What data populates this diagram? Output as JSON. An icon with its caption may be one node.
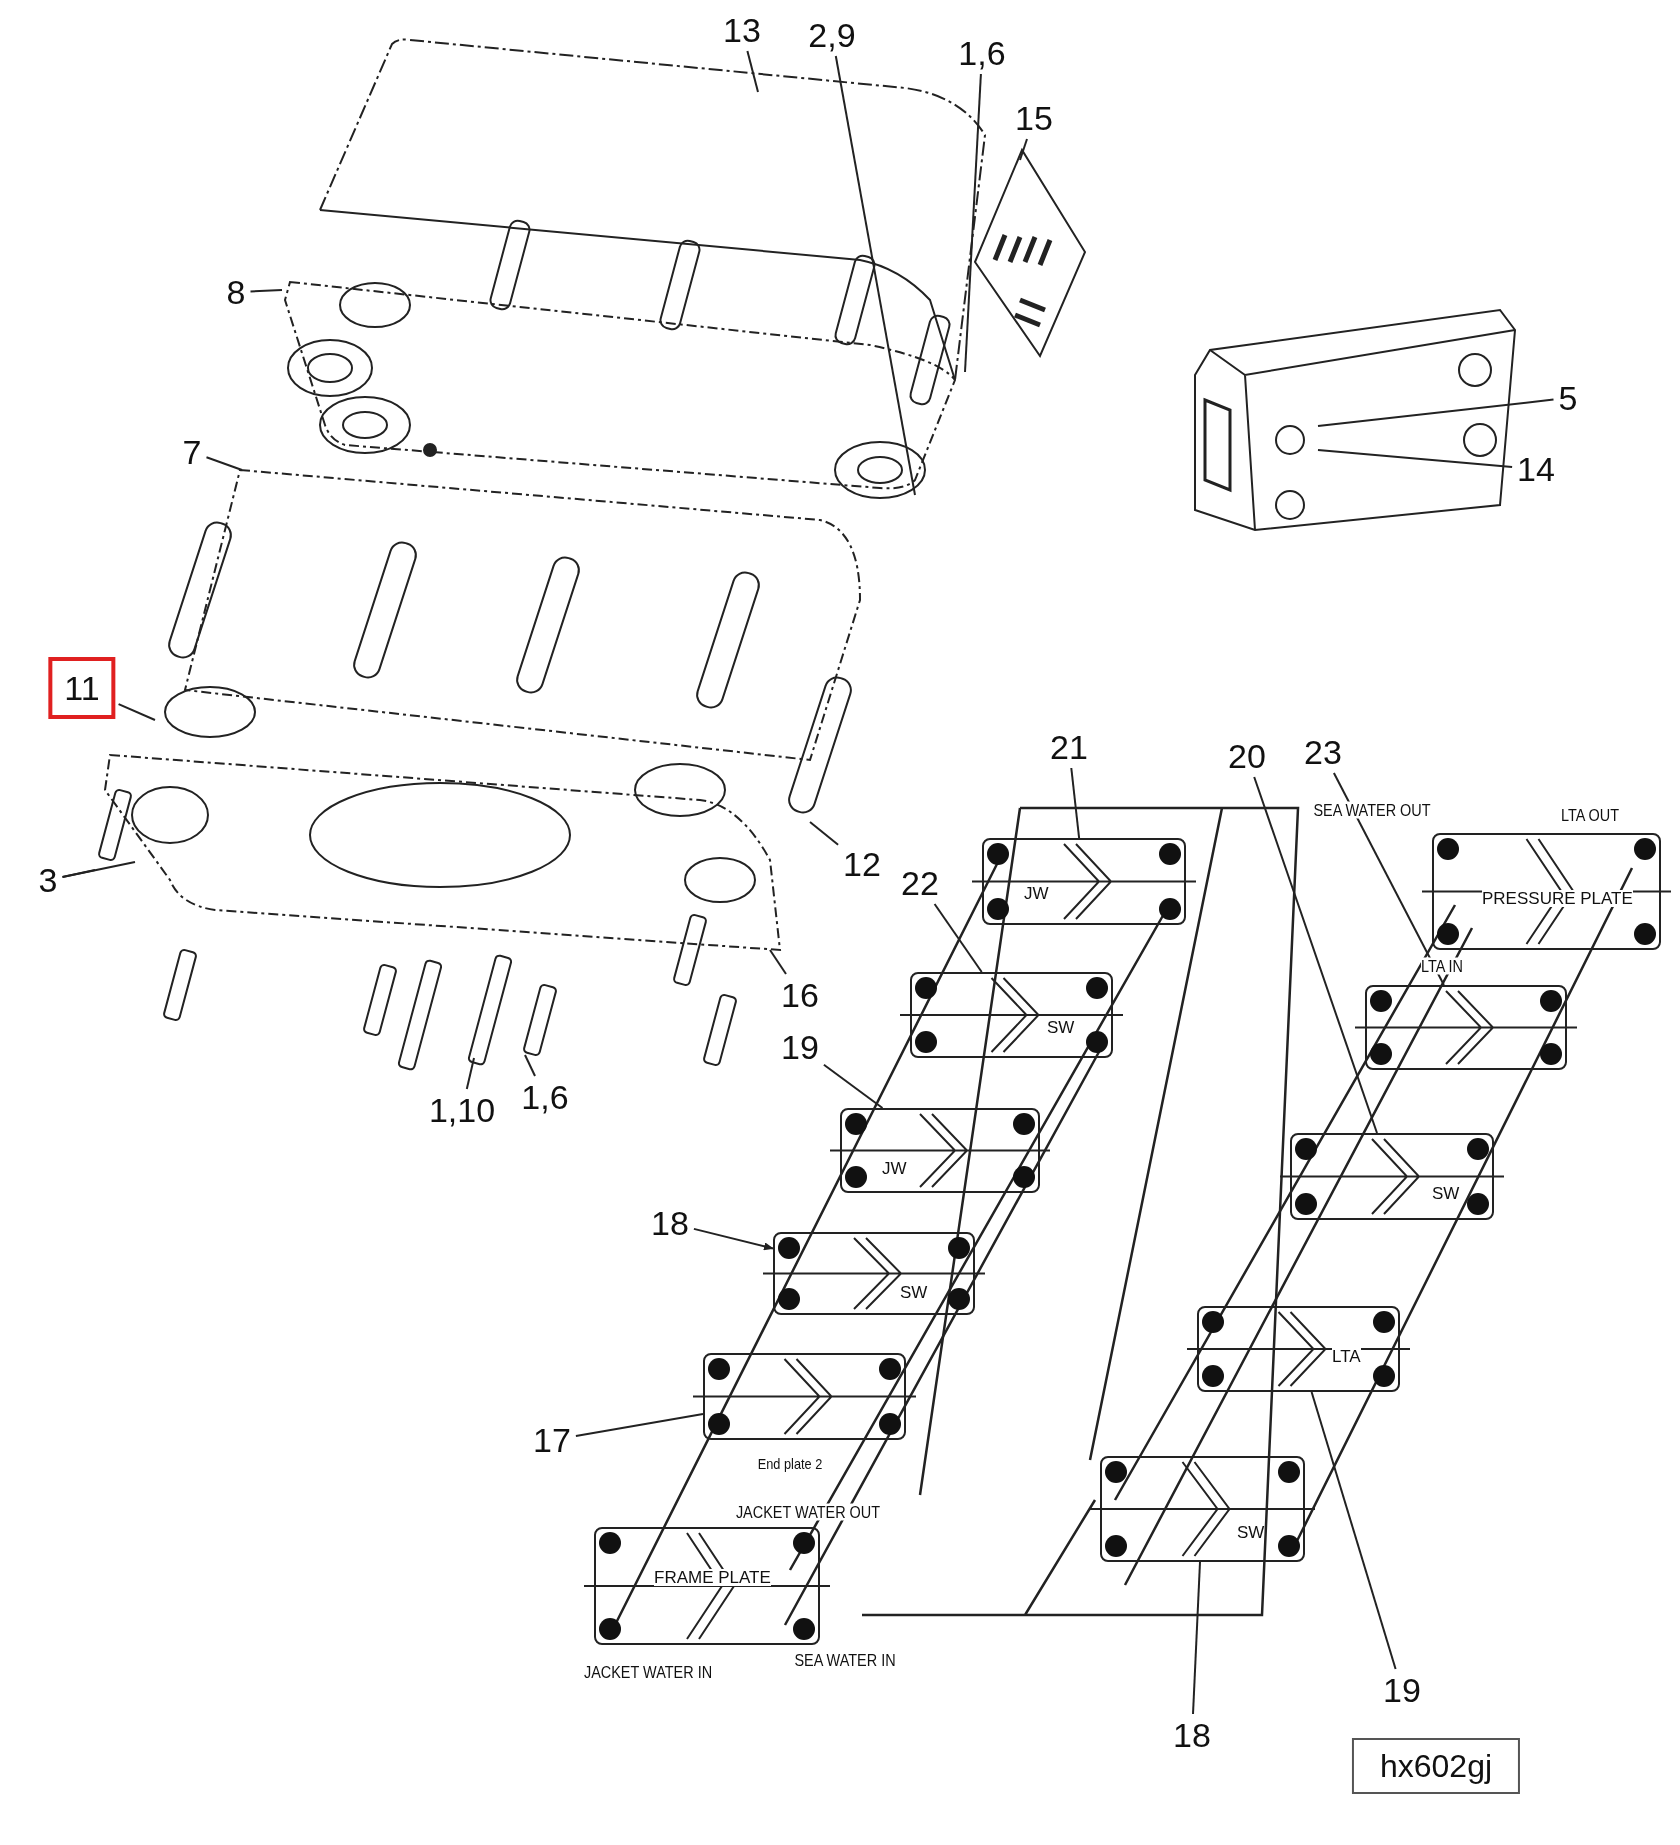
{
  "diagram": {
    "nodes": [
      {
        "text": [
          "13"
        ]
      },
      {
        "text": [
          "2,9"
        ]
      },
      {
        "text": [
          "1,6"
        ]
      },
      {
        "text": [
          "15"
        ]
      },
      {
        "text": [
          "8"
        ]
      },
      {
        "text": [
          "5"
        ]
      },
      {
        "text": [
          "14"
        ]
      },
      {
        "text": [
          "7"
        ]
      },
      {
        "text": [
          "11"
        ]
      },
      {
        "text": [
          "21"
        ]
      },
      {
        "text": [
          "20"
        ]
      },
      {
        "text": [
          "23"
        ]
      },
      {
        "text": [
          "3"
        ]
      },
      {
        "text": [
          "12"
        ]
      },
      {
        "text": [
          "22"
        ]
      },
      {
        "text": [
          "16"
        ]
      },
      {
        "text": [
          "19"
        ]
      },
      {
        "text": [
          "1,10"
        ]
      },
      {
        "text": [
          "1,6"
        ]
      },
      {
        "text": [
          "18"
        ]
      },
      {
        "text": [
          "17"
        ]
      },
      {
        "text": [
          "19"
        ]
      },
      {
        "text": [
          "18"
        ]
      },
      {
        "text": [
          "hx602gj"
        ]
      },
      {
        "text": [
          "JW"
        ]
      },
      {
        "text": [
          "SW"
        ]
      },
      {
        "text": [
          "JW"
        ]
      },
      {
        "text": [
          "SW"
        ]
      },
      {
        "text": [],
        "shape": "box",
        "beside": [
          "End plate 2"
        ]
      },
      {
        "text": [
          "FRAME PLATE"
        ]
      },
      {
        "text": [
          "PRESSURE PLATE"
        ]
      },
      {
        "text": [],
        "shape": "box"
      },
      {
        "text": [
          "SW"
        ]
      },
      {
        "text": [
          "LTA"
        ]
      },
      {
        "text": [
          "SW"
        ]
      }
    ],
    "edges": [
      {
        "from": 0,
        "to": null,
        "arrow": "none"
      },
      {
        "from": 1,
        "to": null,
        "arrow": "none"
      },
      {
        "from": 2,
        "to": null,
        "arrow": "none"
      },
      {
        "from": 3,
        "to": null,
        "arrow": "none"
      },
      {
        "from": 4,
        "to": null,
        "arrow": "none"
      },
      {
        "from": 5,
        "to": null,
        "arrow": "none"
      },
      {
        "from": 6,
        "to": null,
        "arrow": "none"
      },
      {
        "from": 7,
        "to": null,
        "arrow": "none"
      },
      {
        "from": 8,
        "to": null,
        "arrow": "none"
      },
      {
        "from": 9,
        "to": 24,
        "arrow": "none"
      },
      {
        "from": 10,
        "to": 32,
        "arrow": "none"
      },
      {
        "from": 11,
        "to": 31,
        "arrow": "none"
      },
      {
        "from": 12,
        "to": null,
        "arrow": "none"
      },
      {
        "from": 12,
        "to": null,
        "arrow": "none"
      },
      {
        "from": 13,
        "to": null,
        "arrow": "none"
      },
      {
        "from": 14,
        "to": 25,
        "arrow": "none"
      },
      {
        "from": 15,
        "to": null,
        "arrow": "none"
      },
      {
        "from": 16,
        "to": 26,
        "arrow": "none"
      },
      {
        "from": 17,
        "to": null,
        "arrow": "none"
      },
      {
        "from": 18,
        "to": null,
        "arrow": "none"
      },
      {
        "from": 19,
        "to": 27,
        "arrow": "to"
      },
      {
        "from": 20,
        "to": 28,
        "arrow": "none"
      },
      {
        "from": 21,
        "to": 33,
        "arrow": "none"
      },
      {
        "from": 22,
        "to": 34,
        "arrow": "none"
      }
    ],
    "labels": [
      "SEA WATER OUT",
      "LTA OUT",
      "LTA IN",
      "JACKET WATER OUT",
      "JACKET WATER IN",
      "SEA WATER IN"
    ]
  }
}
